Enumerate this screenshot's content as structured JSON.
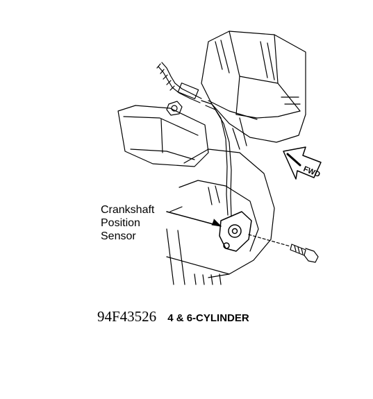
{
  "callout": {
    "line1": "Crankshaft",
    "line2": "Position",
    "line3": "Sensor"
  },
  "direction_badge": "FWD",
  "caption": {
    "figure_code": "94F43526",
    "subtitle": "4 & 6-CYLINDER"
  }
}
